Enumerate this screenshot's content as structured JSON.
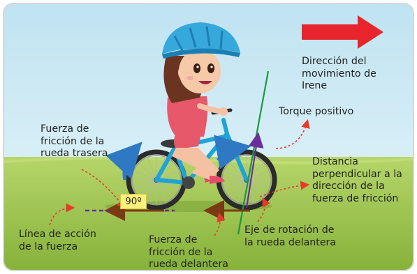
{
  "labels": {
    "direction": [
      "Dirección del",
      "movimiento de",
      "Irene"
    ],
    "torque": "Torque positivo",
    "rear_friction": [
      "Fuerza de",
      "fricción de la",
      "rueda trasera"
    ],
    "perp_distance": [
      "Distancia",
      "perpendicular a la",
      "dirección de la",
      "fuerza de fricción"
    ],
    "action_line": [
      "Línea de acción",
      "de la fuerza"
    ],
    "front_friction": [
      "Fuerza de",
      "fricción de la",
      "rueda delantera"
    ],
    "rotation_axis": [
      "Eje de rotación de",
      "la rueda delantera"
    ],
    "angle": "90º"
  },
  "colors": {
    "sky": "#cfe9f3",
    "grass": "#9cc24a",
    "arrow_red": "#e8242c",
    "force_brown": "#7a3b12",
    "rotation_blue": "#2e78c4",
    "axis_green": "#1a9a3a",
    "perp_purple": "#6a2f9a",
    "dashed_red": "#e53b2a",
    "bike_blue": "#1fa3d6"
  }
}
